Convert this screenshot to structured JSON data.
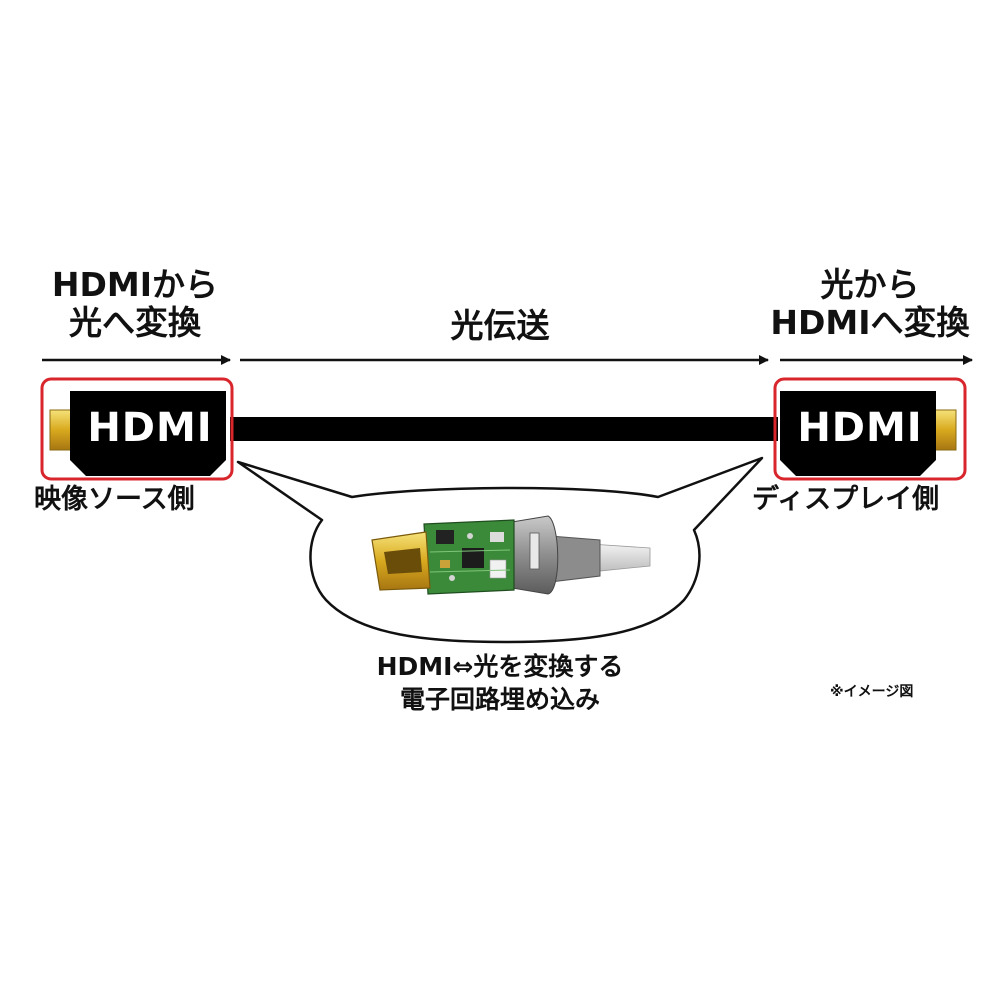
{
  "stages": {
    "left_line1": "HDMIから",
    "left_line2": "光へ変換",
    "middle": "光伝送",
    "right_line1": "光から",
    "right_line2": "HDMIへ変換"
  },
  "connectors": {
    "left_logo": "HDMI",
    "right_logo": "HDMI",
    "left_side_label": "映像ソース側",
    "right_side_label": "ディスプレイ側"
  },
  "callout": {
    "line1": "HDMI⇔光を変換する",
    "line2": "電子回路埋め込み"
  },
  "note": "※イメージ図",
  "colors": {
    "highlight_frame": "#d8262c",
    "connector_body": "#000000",
    "gold_tip": "#e8c23c",
    "cable": "#000000",
    "pcb": "#3b8a3a"
  }
}
